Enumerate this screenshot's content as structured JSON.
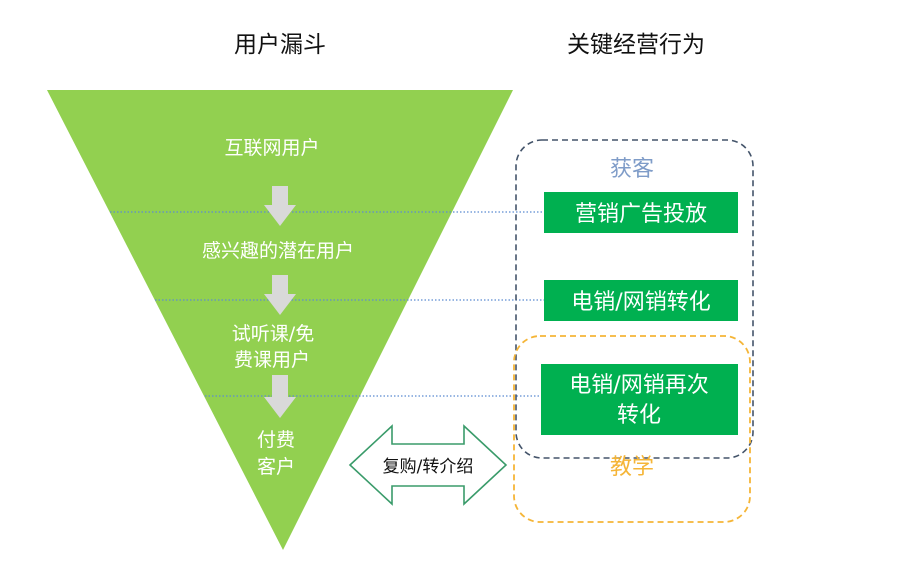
{
  "headings": {
    "funnel": "用户漏斗",
    "behaviors": "关键经营行为"
  },
  "funnel": {
    "stages": [
      "互联网用户",
      "感兴趣的潜在用户",
      "试听课/免",
      "费课用户",
      "付费",
      "客户"
    ]
  },
  "groups": {
    "acquire": "获客",
    "teaching": "教学"
  },
  "actions": {
    "ads": "营销广告投放",
    "tele": "电销/网销转化",
    "retele_1": "电销/网销再次",
    "retele_2": "转化"
  },
  "loop": {
    "label": "复购/转介绍"
  },
  "colors": {
    "funnel_green": "#92D050",
    "action_green": "#00B050",
    "acquire_blue": "#44546A",
    "acquire_text": "#7F9CC8",
    "teaching_orange": "#F5B537",
    "loop_outline": "#3A9B6A",
    "dotted_line": "#5B8BD1",
    "arrow_gray": "#D9D9D9"
  }
}
